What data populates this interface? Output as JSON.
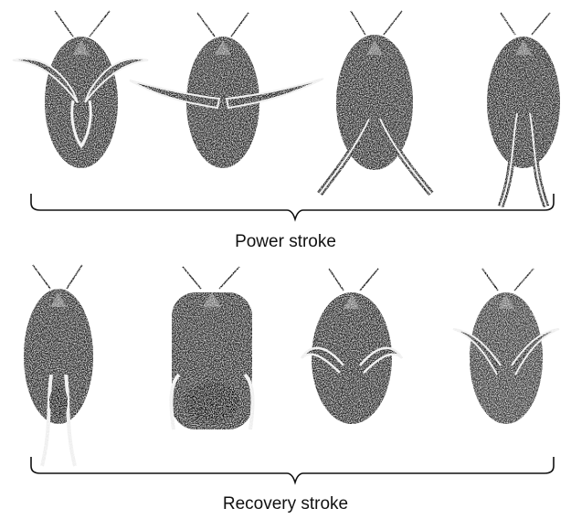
{
  "figure": {
    "rows": [
      {
        "caption": "Power stroke",
        "stages": [
          "legs-forward-spread",
          "legs-fully-extended-sideways",
          "legs-swept-back-v",
          "legs-folded-back"
        ]
      },
      {
        "caption": "Recovery stroke",
        "stages": [
          "legs-tucked-back",
          "legs-bent-at-rear",
          "legs-curled-forward",
          "legs-drawn-forward"
        ]
      }
    ],
    "colors": {
      "ink": "#111111",
      "body": "#2b2b2b",
      "paper": "#ffffff"
    }
  }
}
